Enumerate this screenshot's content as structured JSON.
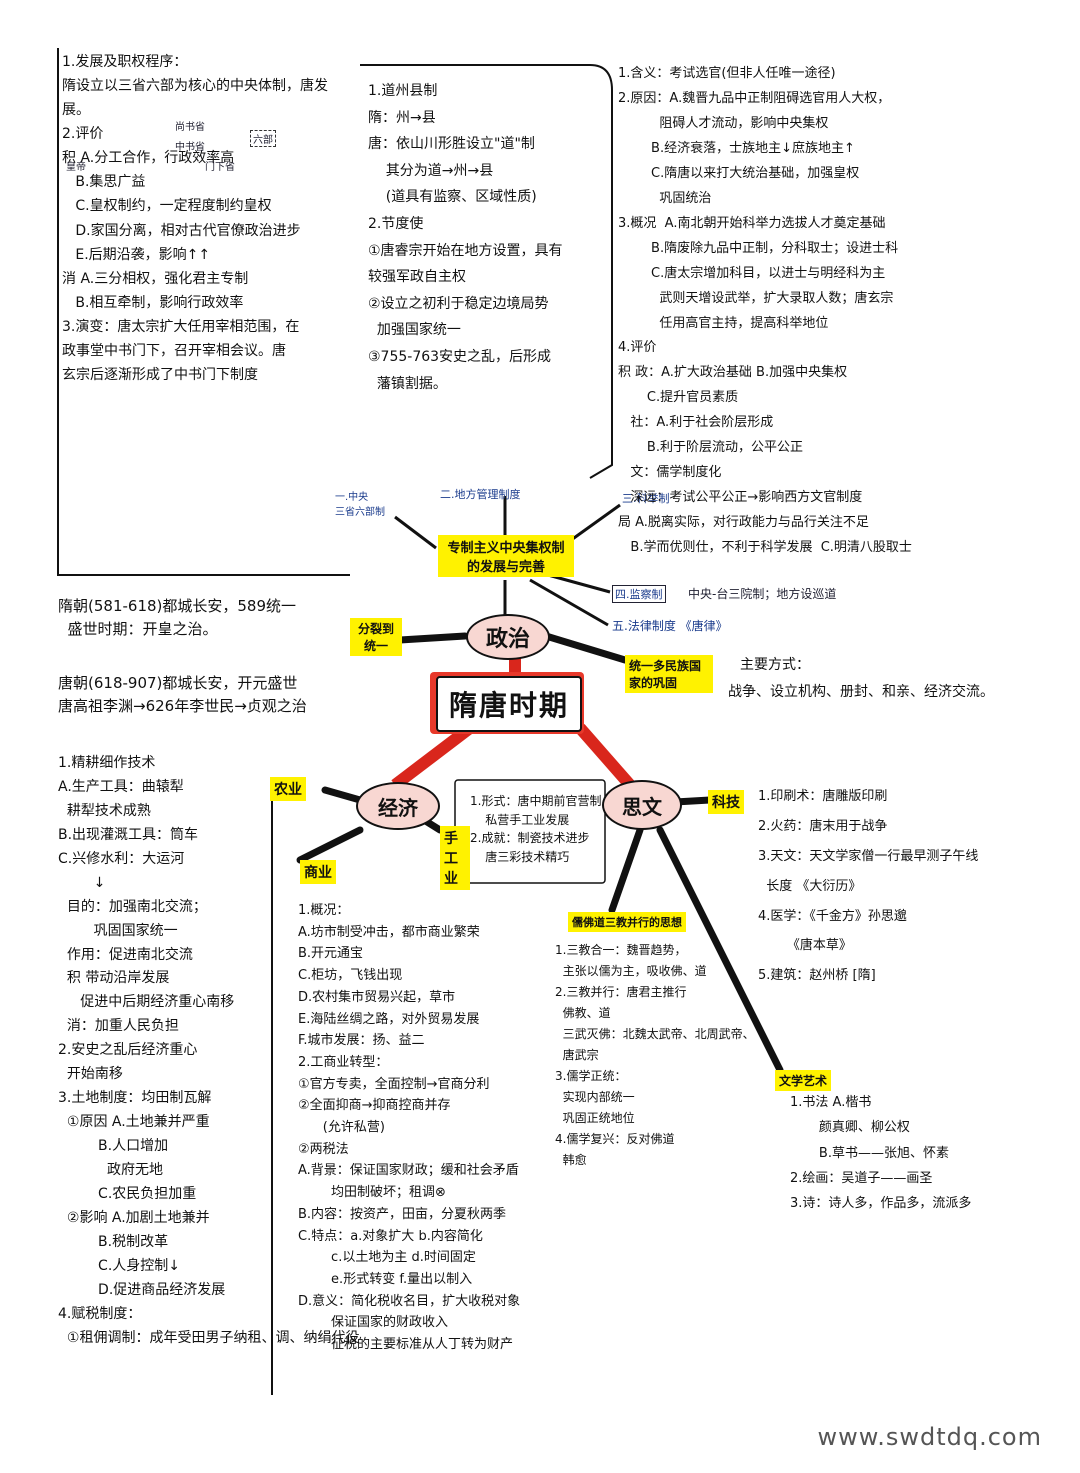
{
  "center_title": "隋唐时期",
  "nodes": {
    "politics": "政治",
    "economy": "经济",
    "culture": "思文"
  },
  "politics": {
    "system_tag": "专制主义中央集权制的发展与完善",
    "branch_central": "一.中央\n三省六部制",
    "branch_local": "二.地方管理制度",
    "branch_exam": "三.科举制",
    "branch_supervise": "四.监察制",
    "branch_supervise_note": "中央-台三院制；地方设巡道",
    "branch_law": "五.法律制度 《唐律》",
    "split_tag": "分裂到统一",
    "unity_tag": "统一多民族国家的巩固",
    "unity_methods_title": "主要方式：",
    "unity_methods": "战争、设立机构、册封、和亲、经济交流。",
    "sui": "隋朝(581-618)都城长安，589统一\n  盛世时期：开皇之治。",
    "tang": "唐朝(618-907)都城长安，开元盛世\n唐高祖李渊→626年李世民→贞观之治",
    "central_block": [
      "1.发展及职权程序：",
      "隋设立以三省六部为核心的中央体制，唐发",
      "展。",
      "2.评价",
      "积 A.分工合作，行政效率高",
      "   B.集思广益",
      "   C.皇权制约，一定程度制约皇权",
      "   D.家国分离，相对古代官僚政治进步",
      "   E.后期沿袭，影响↑↑",
      "消 A.三分相权，强化君主专制",
      "   B.相互牵制，影响行政效率",
      "3.演变：唐太宗扩大任用宰相范围，在",
      "政事堂中书门下，召开宰相会议。唐",
      "玄宗后逐渐形成了中书门下制度"
    ],
    "diagram_labels": [
      "尚书省",
      "中书省",
      "门下省",
      "六部",
      "皇帝"
    ],
    "local_block": [
      "1.道州县制",
      "隋：州→县",
      "唐：依山川形胜设立\"道\"制",
      "    其分为道→州→县",
      "    (道具有监察、区域性质)",
      "2.节度使",
      "①唐睿宗开始在地方设置，具有",
      "较强军政自主权",
      "②设立之初利于稳定边境局势",
      "  加强国家统一",
      "③755-763安史之乱，后形成",
      "  藩镇割据。"
    ],
    "exam_block": [
      "1.含义：考试选官(但非人任唯一途径)",
      "2.原因：A.魏晋九品中正制阻碍选官用人大权，",
      "          阻碍人才流动，影响中央集权",
      "        B.经济衰落，士族地主↓庶族地主↑",
      "        C.隋唐以来打大统治基础，加强皇权",
      "          巩固统治",
      "3.概况  A.南北朝开始科举力选拔人才奠定基础",
      "        B.隋废除九品中正制，分科取士；设进士科",
      "        C.唐太宗增加科目，以进士与明经科为主",
      "          武则天增设武举，扩大录取人数；唐玄宗",
      "          任用高官主持，提高科举地位",
      "4.评价",
      "积 政：A.扩大政治基础 B.加强中央集权",
      "       C.提升官员素质",
      "   社：A.利于社会阶层形成",
      "       B.利于阶层流动，公平公正",
      "   文：儒学制度化",
      "   深远：考试公平公正→影响西方文官制度",
      "局 A.脱离实际，对行政能力与品行关注不足",
      "   B.学而优则仕，不利于科学发展  C.明清八股取士"
    ]
  },
  "economy": {
    "agri_tag": "农业",
    "handcraft_tag": "手工业",
    "commerce_tag": "商业",
    "handcraft_note": "1.形式：唐中期前官营制\n    私营手工业发展\n2.成就：制瓷技术进步\n    唐三彩技术精巧",
    "agri_block": [
      "1.精耕细作技术",
      "A.生产工具：曲辕犁",
      "  耕犁技术成熟",
      "B.出现灌溉工具：筒车",
      "C.兴修水利：大运河",
      "        ↓",
      "  目的：加强南北交流；",
      "        巩固国家统一",
      "  作用：促进南北交流",
      "  积 带动沿岸发展",
      "     促进中后期经济重心南移",
      "  消：加重人民负担",
      "2.安史之乱后经济重心",
      "  开始南移",
      "3.土地制度：均田制瓦解",
      "  ①原因 A.土地兼并严重",
      "         B.人口增加",
      "           政府无地",
      "         C.农民负担加重",
      "  ②影响 A.加剧土地兼并",
      "         B.税制改革",
      "         C.人身控制↓",
      "         D.促进商品经济发展",
      "4.赋税制度：",
      "  ①租佣调制：成年受田男子纳租、调、纳绢代役"
    ],
    "commerce_block": [
      "1.概况：",
      "A.坊市制受冲击，都市商业繁荣",
      "B.开元通宝",
      "C.柜坊，飞钱出现",
      "D.农村集市贸易兴起，草市",
      "E.海陆丝绸之路，对外贸易发展",
      "F.城市发展：扬、益二",
      "2.工商业转型：",
      "①官方专卖，全面控制→官商分利",
      "②全面抑商→抑商控商并存",
      "      (允许私营)",
      "②两税法",
      "A.背景：保证国家财政；缓和社会矛盾",
      "        均田制破坏；租调⊗",
      "B.内容：按资产，田亩，分夏秋两季",
      "C.特点：a.对象扩大 b.内容简化",
      "        c.以土地为主 d.时间固定",
      "        e.形式转变 f.量出以制入",
      "D.意义：简化税收名目，扩大收税对象",
      "        保证国家的财政收入",
      "        征税的主要标准从人丁转为财产"
    ]
  },
  "culture": {
    "tech_tag": "科技",
    "thought_tag": "儒佛道三教并行的思想",
    "art_tag": "文学艺术",
    "tech_block": [
      "1.印刷术：唐雕版印刷",
      "2.火药：唐末用于战争",
      "3.天文：天文学家僧一行最早测子午线",
      "  长度 《大衍历》",
      "4.医学：《千金方》孙思邈",
      "       《唐本草》",
      "5.建筑：赵州桥 [隋]"
    ],
    "thought_block": [
      "1.三教合一：魏晋趋势，",
      "  主张以儒为主，吸收佛、道",
      "2.三教并行：唐君主推行",
      "  佛教、道",
      "  三武灭佛：北魏太武帝、北周武帝、",
      "  唐武宗",
      "3.儒学正统：",
      "  实现内部统一",
      "  巩固正统地位",
      "4.儒学复兴：反对佛道",
      "  韩愈"
    ],
    "art_block": [
      "1.书法 A.楷书",
      "       颜真卿、柳公权",
      "       B.草书——张旭、怀素",
      "2.绘画：吴道子——画圣",
      "3.诗：诗人多，作品多，流派多"
    ]
  },
  "watermark": "www.swdtdq.com"
}
